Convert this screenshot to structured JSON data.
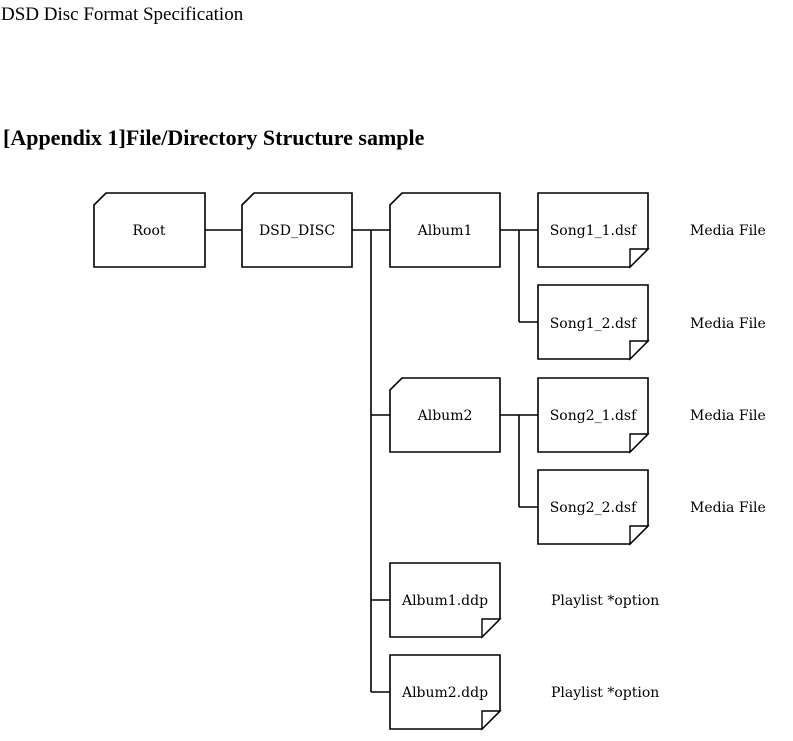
{
  "document": {
    "header": "DSD Disc Format Specification",
    "appendix_title": "[Appendix 1]File/Directory Structure sample"
  },
  "tree": {
    "root": {
      "label": "Root",
      "kind": "directory"
    },
    "disc": {
      "label": "DSD_DISC",
      "kind": "directory"
    },
    "albums": [
      {
        "label": "Album1",
        "kind": "directory",
        "files": [
          {
            "label": "Song1_1.dsf",
            "kind": "file",
            "note": "Media File"
          },
          {
            "label": "Song1_2.dsf",
            "kind": "file",
            "note": "Media File"
          }
        ]
      },
      {
        "label": "Album2",
        "kind": "directory",
        "files": [
          {
            "label": "Song2_1.dsf",
            "kind": "file",
            "note": "Media File"
          },
          {
            "label": "Song2_2.dsf",
            "kind": "file",
            "note": "Media File"
          }
        ]
      }
    ],
    "playlists": [
      {
        "label": "Album1.ddp",
        "kind": "file",
        "note": "Playlist *option"
      },
      {
        "label": "Album2.ddp",
        "kind": "file",
        "note": "Playlist *option"
      }
    ]
  }
}
